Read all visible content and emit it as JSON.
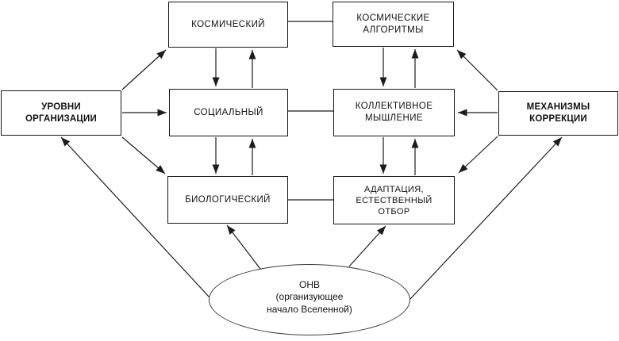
{
  "diagram": {
    "nodes": {
      "levels": {
        "label": "УРОВНИ\nОРГАНИЗАЦИИ"
      },
      "cosmic": {
        "label": "КОСМИЧЕСКИЙ"
      },
      "cosmic_algorithms": {
        "label": "КОСМИЧЕСКИЕ\nАЛГОРИТМЫ"
      },
      "social": {
        "label": "СОЦИАЛЬНЫЙ"
      },
      "collective_thinking": {
        "label": "КОЛЛЕКТИВНОЕ\nМЫШЛЕНИЕ"
      },
      "mechanisms": {
        "label": "МЕХАНИЗМЫ\nКОРРЕКЦИИ"
      },
      "biological": {
        "label": "БИОЛОГИЧЕСКИЙ"
      },
      "adaptation": {
        "label": "АДАПТАЦИЯ,\nЕСТЕСТВЕННЫЙ\nОТБОР"
      },
      "onv": {
        "label": "ОНВ\n(организующее\nначало Вселенной)"
      }
    },
    "edges": [
      {
        "from": "cosmic",
        "to": "cosmic_algorithms",
        "style": "plain"
      },
      {
        "from": "social",
        "to": "collective_thinking",
        "style": "plain"
      },
      {
        "from": "biological",
        "to": "adaptation",
        "style": "plain"
      },
      {
        "from": "levels",
        "to": "social",
        "style": "arrow"
      },
      {
        "from": "levels",
        "to": "cosmic",
        "style": "arrow"
      },
      {
        "from": "levels",
        "to": "biological",
        "style": "arrow"
      },
      {
        "from": "mechanisms",
        "to": "collective_thinking",
        "style": "arrow"
      },
      {
        "from": "mechanisms",
        "to": "cosmic_algorithms",
        "style": "arrow"
      },
      {
        "from": "mechanisms",
        "to": "adaptation",
        "style": "arrow"
      },
      {
        "from": "cosmic",
        "to": "social",
        "style": "arrow"
      },
      {
        "from": "social",
        "to": "cosmic",
        "style": "arrow"
      },
      {
        "from": "social",
        "to": "biological",
        "style": "arrow"
      },
      {
        "from": "biological",
        "to": "social",
        "style": "arrow"
      },
      {
        "from": "cosmic_algorithms",
        "to": "collective_thinking",
        "style": "arrow"
      },
      {
        "from": "collective_thinking",
        "to": "cosmic_algorithms",
        "style": "arrow"
      },
      {
        "from": "collective_thinking",
        "to": "adaptation",
        "style": "arrow"
      },
      {
        "from": "adaptation",
        "to": "collective_thinking",
        "style": "arrow"
      },
      {
        "from": "onv",
        "to": "levels",
        "style": "arrow"
      },
      {
        "from": "onv",
        "to": "biological",
        "style": "arrow"
      },
      {
        "from": "onv",
        "to": "adaptation",
        "style": "arrow"
      },
      {
        "from": "onv",
        "to": "mechanisms",
        "style": "arrow"
      }
    ],
    "colors": {
      "background": "#ffffff",
      "line": "#1c1c1c",
      "text": "#111111"
    }
  }
}
